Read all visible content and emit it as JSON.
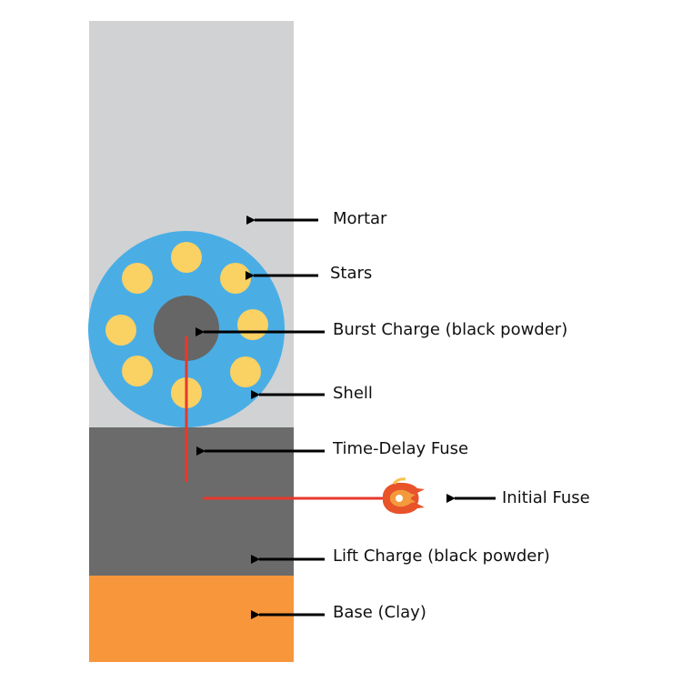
{
  "labels": {
    "mortar": "Mortar",
    "stars": "Stars",
    "burst_charge": "Burst Charge (black powder)",
    "shell": "Shell",
    "time_delay_fuse": "Time-Delay Fuse",
    "initial_fuse": "Initial Fuse",
    "lift_charge": "Lift Charge (black powder)",
    "base": "Base (Clay)"
  },
  "colors": {
    "mortar": "#d1d2d4",
    "lift_charge": "#6b6b6b",
    "base": "#f7963b",
    "shell": "#4aaee5",
    "stars": "#fad163",
    "burst_charge": "#666666",
    "fuse": "#e8382c",
    "flame": "#e8532a",
    "arrow": "#000000"
  },
  "icons": {
    "flame": "flame-icon"
  }
}
